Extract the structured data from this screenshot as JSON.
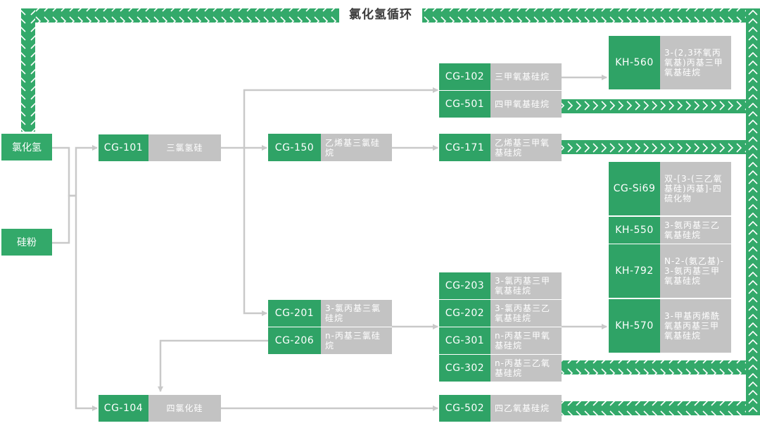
{
  "title": "氯化氢循环",
  "colors": {
    "green": "#2fa366",
    "gray": "#c3c3c3",
    "connector": "#c9c9c9"
  },
  "sources": {
    "hcl": "氯化氢",
    "si_powder": "硅粉"
  },
  "nodes": [
    {
      "code": "CG-101",
      "name": "三氯氢硅"
    },
    {
      "code": "CG-150",
      "name": "乙烯基三氯硅烷"
    },
    {
      "code": "CG-102",
      "name": "三甲氧基硅烷"
    },
    {
      "code": "CG-501",
      "name": "四甲氧基硅烷"
    },
    {
      "code": "CG-171",
      "name": "乙烯基三甲氧基硅烷"
    },
    {
      "code": "KH-560",
      "name": "3-(2,3环氧丙氧基)丙基三甲氧基硅烷"
    },
    {
      "code": "CG-Si69",
      "name": "双-[3-(三乙氧基硅)丙基]-四硫化物"
    },
    {
      "code": "KH-550",
      "name": "3-氨丙基三乙氧基硅烷"
    },
    {
      "code": "KH-792",
      "name": "N-2-(氨乙基)-3-氨丙基三甲氧基硅烷"
    },
    {
      "code": "KH-570",
      "name": "3-甲基丙烯酰氧基丙基三甲氧基硅烷"
    },
    {
      "code": "CG-201",
      "name": "3-氯丙基三氯硅烷"
    },
    {
      "code": "CG-206",
      "name": "n-丙基三氯硅烷"
    },
    {
      "code": "CG-203",
      "name": "3-氯丙基三甲氧基硅烷"
    },
    {
      "code": "CG-202",
      "name": "3-氯丙基三乙氧基硅烷"
    },
    {
      "code": "CG-301",
      "name": "n-丙基三甲氧基硅烷"
    },
    {
      "code": "CG-302",
      "name": "n-丙基三乙氧基硅烷"
    },
    {
      "code": "CG-104",
      "name": "四氯化硅"
    },
    {
      "code": "CG-502",
      "name": "四乙氧基硅烷"
    }
  ]
}
